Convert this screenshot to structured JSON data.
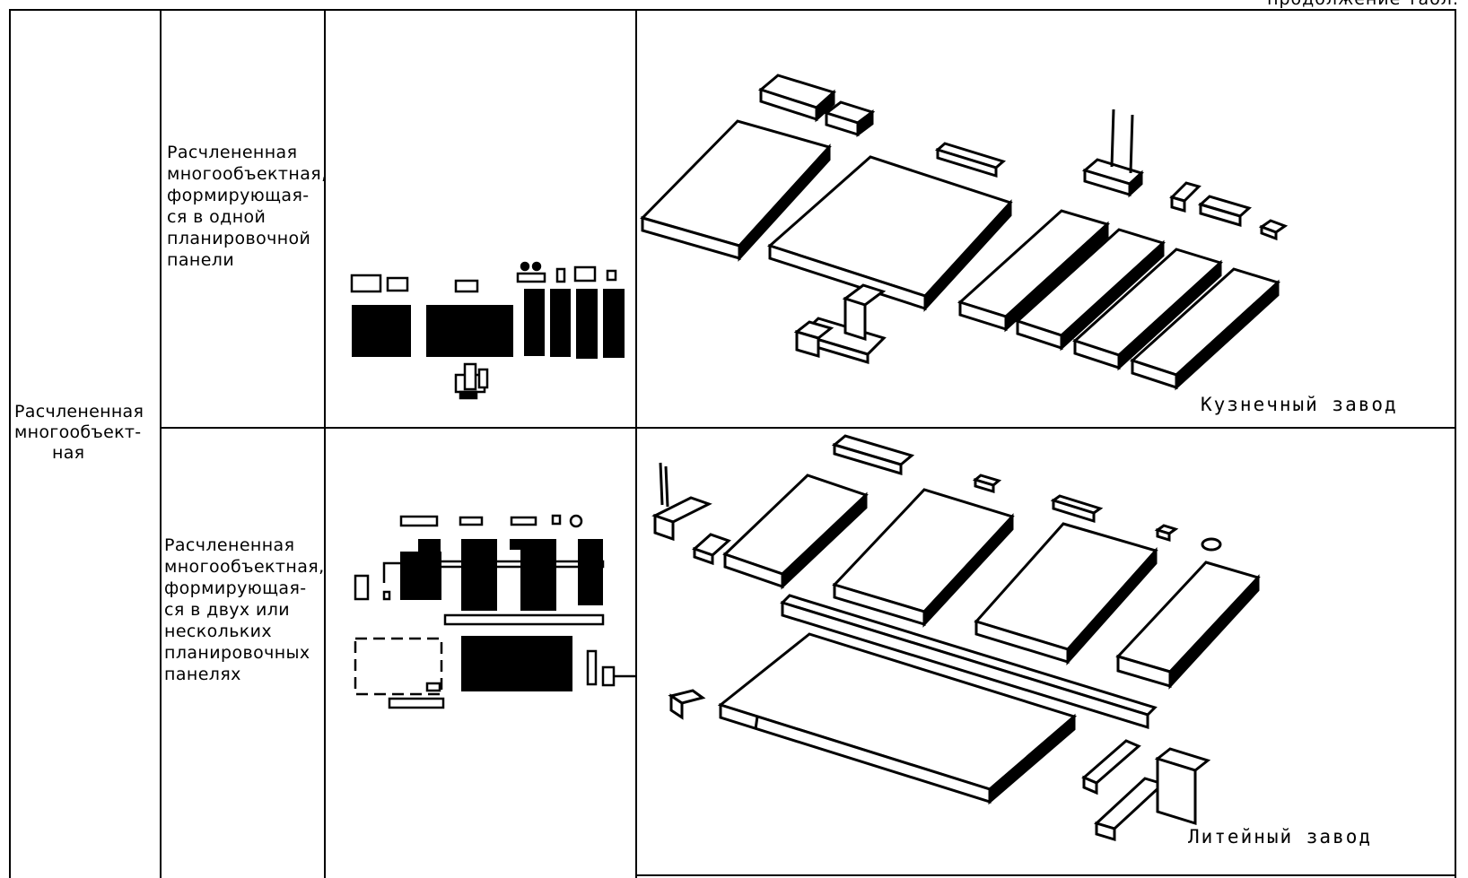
{
  "header": {
    "note": "продолжение табл."
  },
  "main_category": {
    "lines": [
      "Расчлененная",
      "многообъект-",
      "ная"
    ]
  },
  "rows": [
    {
      "type_lines": [
        "Расчлененная",
        "многообъектная,",
        "формирующая-",
        "ся в одной",
        "планировочной",
        "панели"
      ],
      "caption": "Кузнечный завод"
    },
    {
      "type_lines": [
        "Расчлененная",
        "многообъектная,",
        "формирующая-",
        "ся в двух или",
        "нескольких",
        "планировочных",
        "панелях"
      ],
      "caption": "Литейный завод"
    }
  ]
}
